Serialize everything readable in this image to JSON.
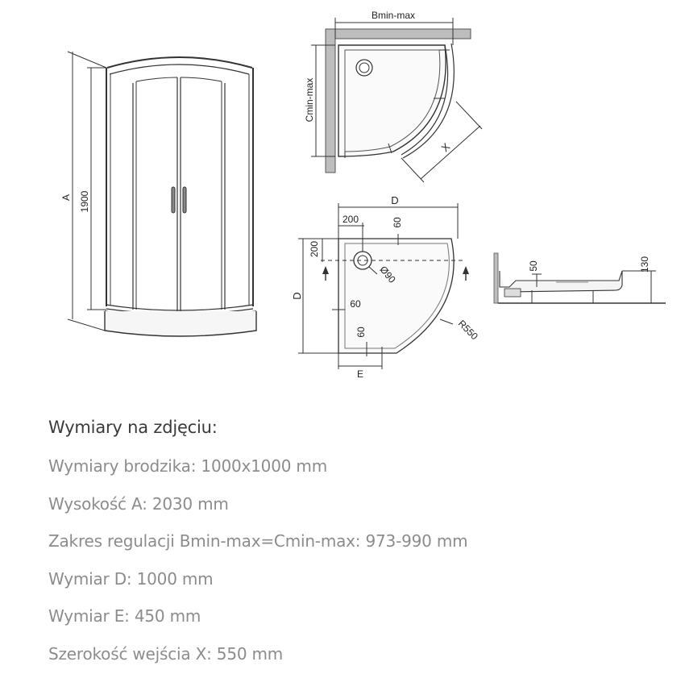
{
  "labels": {
    "front_height": "1900",
    "front_a": "A",
    "top_b": "Bmin-max",
    "top_c": "Cmin-max",
    "top_x": "X",
    "tray_d_top": "D",
    "tray_d_left": "D",
    "tray_200_top": "200",
    "tray_60_top": "60",
    "tray_200_left": "200",
    "tray_60_mid": "60",
    "tray_60_low": "60",
    "tray_e": "E",
    "tray_diam": "Ø90",
    "tray_r": "R550",
    "side_50": "50",
    "side_130": "130"
  },
  "specs": {
    "title": "Wymiary na zdjęciu:",
    "rows": [
      "Wymiary brodzika: 1000x1000 mm",
      "Wysokość A: 2030 mm",
      "Zakres regulacji Bmin-max=Cmin-max: 973-990 mm",
      "Wymiar D: 1000 mm",
      "Wymiar E: 450 mm",
      "Szerokość wejścia X: 550 mm"
    ]
  }
}
